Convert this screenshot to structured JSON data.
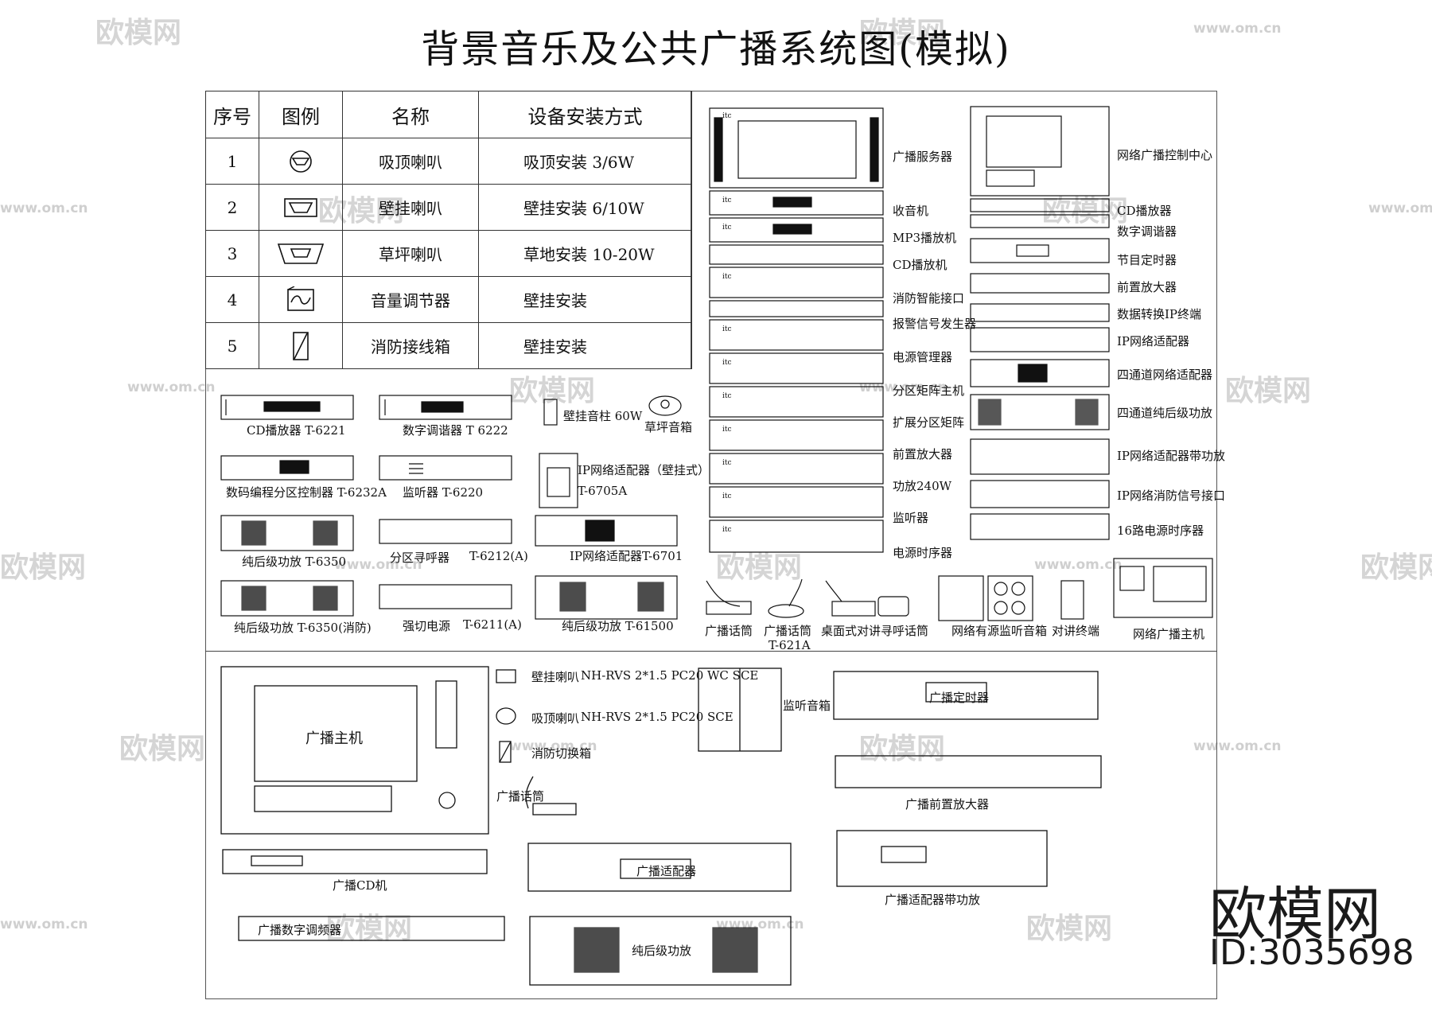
{
  "title": "背景音乐及公共广播系统图(模拟)",
  "legend": {
    "headers": [
      "序号",
      "图例",
      "名称",
      "设备安装方式"
    ],
    "rows": [
      {
        "no": "1",
        "symbol": "ceiling-speaker-icon",
        "name": "吸顶喇叭",
        "install": "吸顶安装 3/6W"
      },
      {
        "no": "2",
        "symbol": "wall-speaker-icon",
        "name": "壁挂喇叭",
        "install": "壁挂安装 6/10W"
      },
      {
        "no": "3",
        "symbol": "lawn-speaker-icon",
        "name": "草坪喇叭",
        "install": "草地安装 10-20W"
      },
      {
        "no": "4",
        "symbol": "volume-controller-icon",
        "name": "音量调节器",
        "install": "壁挂安装"
      },
      {
        "no": "5",
        "symbol": "fire-junction-box-icon",
        "name": "消防接线箱",
        "install": "壁挂安装"
      }
    ]
  },
  "devices_left": [
    "CD播放器 T-6221",
    "数字调谐器 T 6222",
    "壁挂音柱 60W",
    "草坪音箱",
    "数码编程分区控制器 T-6232A",
    "监听器 T-6220",
    "IP网络适配器（壁挂式）",
    "T-6705A",
    "纯后级功放 T-6350",
    "分区寻呼器",
    "T-6212(A)",
    "IP网络适配器T-6701",
    "纯后级功放 T-6350(消防)",
    "强切电源",
    "T-6211(A)",
    "纯后级功放 T-61500"
  ],
  "rack_main_labels": [
    "广播服务器",
    "收音机",
    "MP3播放机",
    "CD播放机",
    "消防智能接口",
    "报警信号发生器",
    "电源管理器",
    "分区矩阵主机",
    "扩展分区矩阵",
    "前置放大器",
    "功放240W",
    "监听器",
    "电源时序器"
  ],
  "rack_right_labels": [
    "网络广播控制中心",
    "CD播放器",
    "数字调谐器",
    "节目定时器",
    "前置放大器",
    "数据转换IP终端",
    "IP网络适配器",
    "四通道网络适配器",
    "四通道纯后级功放",
    "IP网络适配器带功放",
    "IP网络消防信号接口",
    "16路电源时序器"
  ],
  "mics": [
    "广播话筒",
    "广播话筒",
    "T-621A",
    "桌面式对讲寻呼话筒",
    "网络有源监听音箱",
    "对讲终端",
    "网络广播主机"
  ],
  "bottom": {
    "wall_speaker": "壁挂喇叭",
    "ceiling_speaker": "吸顶喇叭",
    "cable": "NH-RVS 2*1.5 PC20 WC SCE",
    "cable2": "NH-RVS 2*1.5 PC20 SCE",
    "fire_box": "消防切换箱",
    "mic": "广播话筒",
    "host": "广播主机",
    "cd": "广播CD机",
    "tuner": "广播数字调频器",
    "monitor_speaker": "监听音箱",
    "adapter": "广播适配器",
    "power_amp": "纯后级功放",
    "timer": "广播定时器",
    "preamp": "广播前置放大器",
    "adapter_amp": "广播适配器带功放"
  },
  "rack_brand": "itc",
  "watermark": {
    "text": "欧模网",
    "url": "www.om.cn",
    "brand": "欧模网",
    "id": "ID:3035698"
  }
}
